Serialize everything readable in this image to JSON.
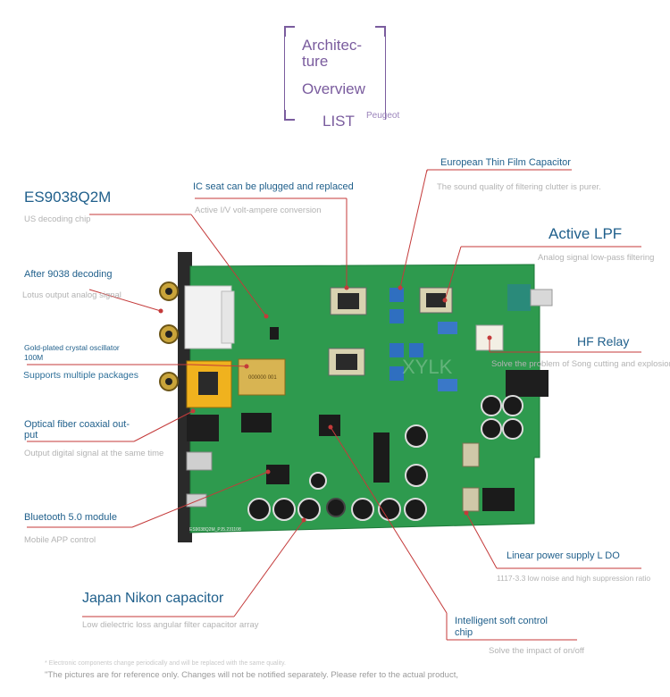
{
  "title": {
    "line1": "Architec-",
    "line2": "ture",
    "line3": "Overview",
    "line4": "LIST",
    "brand": "Peugeot"
  },
  "board": {
    "silkscreen_watermark": "XYLK",
    "model_text": "ES9038Q2M_PJ5.231108"
  },
  "labels": {
    "es9038": {
      "title": "ES9038Q2M",
      "sub": "US decoding chip"
    },
    "after9038": {
      "title": "After 9038 decoding",
      "sub": "Lotus output analog signal"
    },
    "crystal": {
      "title": "Gold-plated crystal oscillator",
      "title2": "100M",
      "sub": "Supports multiple packages"
    },
    "optical": {
      "title": "Optical fiber coaxial out-",
      "title2": "put",
      "sub": "Output digital signal at the same time"
    },
    "bluetooth": {
      "title": "Bluetooth 5.0 module",
      "sub": "Mobile APP control"
    },
    "nikon": {
      "title": "Japan Nikon capacitor",
      "sub": "Low dielectric loss angular filter capacitor array"
    },
    "ic_seat": {
      "title": "IC seat can be plugged and replaced",
      "sub": "Active I/V volt-ampere conversion"
    },
    "film_cap": {
      "title": "European Thin Film Capacitor",
      "sub": "The sound quality of filtering clutter is purer."
    },
    "lpf": {
      "title": "Active LPF",
      "sub": "Analog signal low-pass filtering"
    },
    "relay": {
      "title": "HF Relay",
      "sub": "Solve the problem of Song cutting and explosion"
    },
    "ldo": {
      "title": "Linear power supply L DO",
      "sub": "1117-3.3 low noise and high suppression ratio"
    },
    "softctrl": {
      "title": "Intelligent soft control",
      "title2": "chip",
      "sub": "Solve the impact of on/off"
    }
  },
  "footer": {
    "line1": "* Electronic components change periodically and will be replaced with the same quality.",
    "line2": "\"The pictures are for reference only. Changes will not be notified separately. Please refer to the actual product,"
  },
  "colors": {
    "accent_purple": "#7a5c9e",
    "label_blue": "#1f5f8b",
    "leader_red": "#c43a3a",
    "pcb_green": "#2e9a4e"
  }
}
